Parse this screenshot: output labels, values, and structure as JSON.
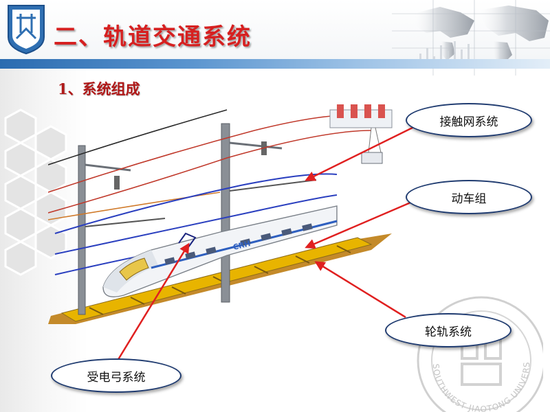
{
  "slide": {
    "title": "二、轨道交通系统",
    "subtitle": "1、系统组成"
  },
  "callouts": {
    "catenary": "接触网系统",
    "emu": "动车组",
    "wheel_rail": "轮轨系统",
    "pantograph": "受电弓系统"
  },
  "train": {
    "brand_mark": "CRH"
  },
  "watermark": {
    "university": "SOUTHWEST JIAOTONG UNIVERSITY"
  },
  "colors": {
    "title": "#d62020",
    "subtitle": "#b01818",
    "arrow": "#e02020",
    "callout_border": "#1f3b70",
    "header_bar": "#2a6bb0",
    "track": "#e8b400"
  }
}
